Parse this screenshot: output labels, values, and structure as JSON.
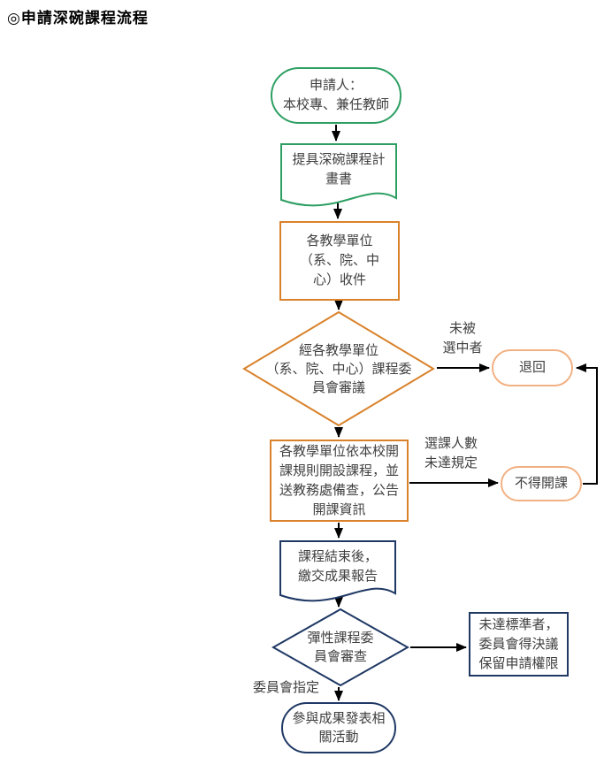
{
  "title": "◎申請深碗課程流程",
  "colors": {
    "green": "#2e9f63",
    "orange": "#d9822b",
    "orange_light": "#f2b183",
    "navy": "#1f3864",
    "line": "#000000",
    "text": "#3f3f3f"
  },
  "nodes": {
    "applicant": {
      "shape": "terminator",
      "lines": [
        "申請人：",
        "本校專、兼任教師"
      ]
    },
    "proposal": {
      "shape": "document",
      "lines": [
        "提具深碗課程計",
        "畫書"
      ]
    },
    "receive": {
      "shape": "process",
      "lines": [
        "各教學單位",
        "（系、院、中",
        "心）收件"
      ]
    },
    "review": {
      "shape": "decision",
      "lines": [
        "經各教學單位",
        "（系、院、中心）課程委",
        "員會審議"
      ]
    },
    "reject": {
      "shape": "terminator",
      "lines": [
        "退回"
      ]
    },
    "open_course": {
      "shape": "process",
      "lines": [
        "各教學單位依本校開",
        "課規則開設課程，並",
        "送教務處備查，公告",
        "開課資訊"
      ]
    },
    "no_course": {
      "shape": "terminator",
      "lines": [
        "不得開課"
      ]
    },
    "report": {
      "shape": "document",
      "lines": [
        "課程結束後，",
        "繳交成果報告"
      ]
    },
    "committee_review": {
      "shape": "decision",
      "lines": [
        "彈性課程委",
        "員會審查"
      ]
    },
    "reserve": {
      "shape": "process",
      "lines": [
        "未達標準者，",
        "委員會得決議",
        "保留申請權限"
      ]
    },
    "present": {
      "shape": "terminator",
      "lines": [
        "參與成果發表相",
        "關活動"
      ]
    }
  },
  "edge_labels": {
    "not_selected": {
      "lines": [
        "未被",
        "選中者"
      ]
    },
    "under_enrolled": {
      "lines": [
        "選課人數",
        "未達規定"
      ]
    },
    "committee_assign": {
      "lines": [
        "委員會指定"
      ]
    }
  }
}
